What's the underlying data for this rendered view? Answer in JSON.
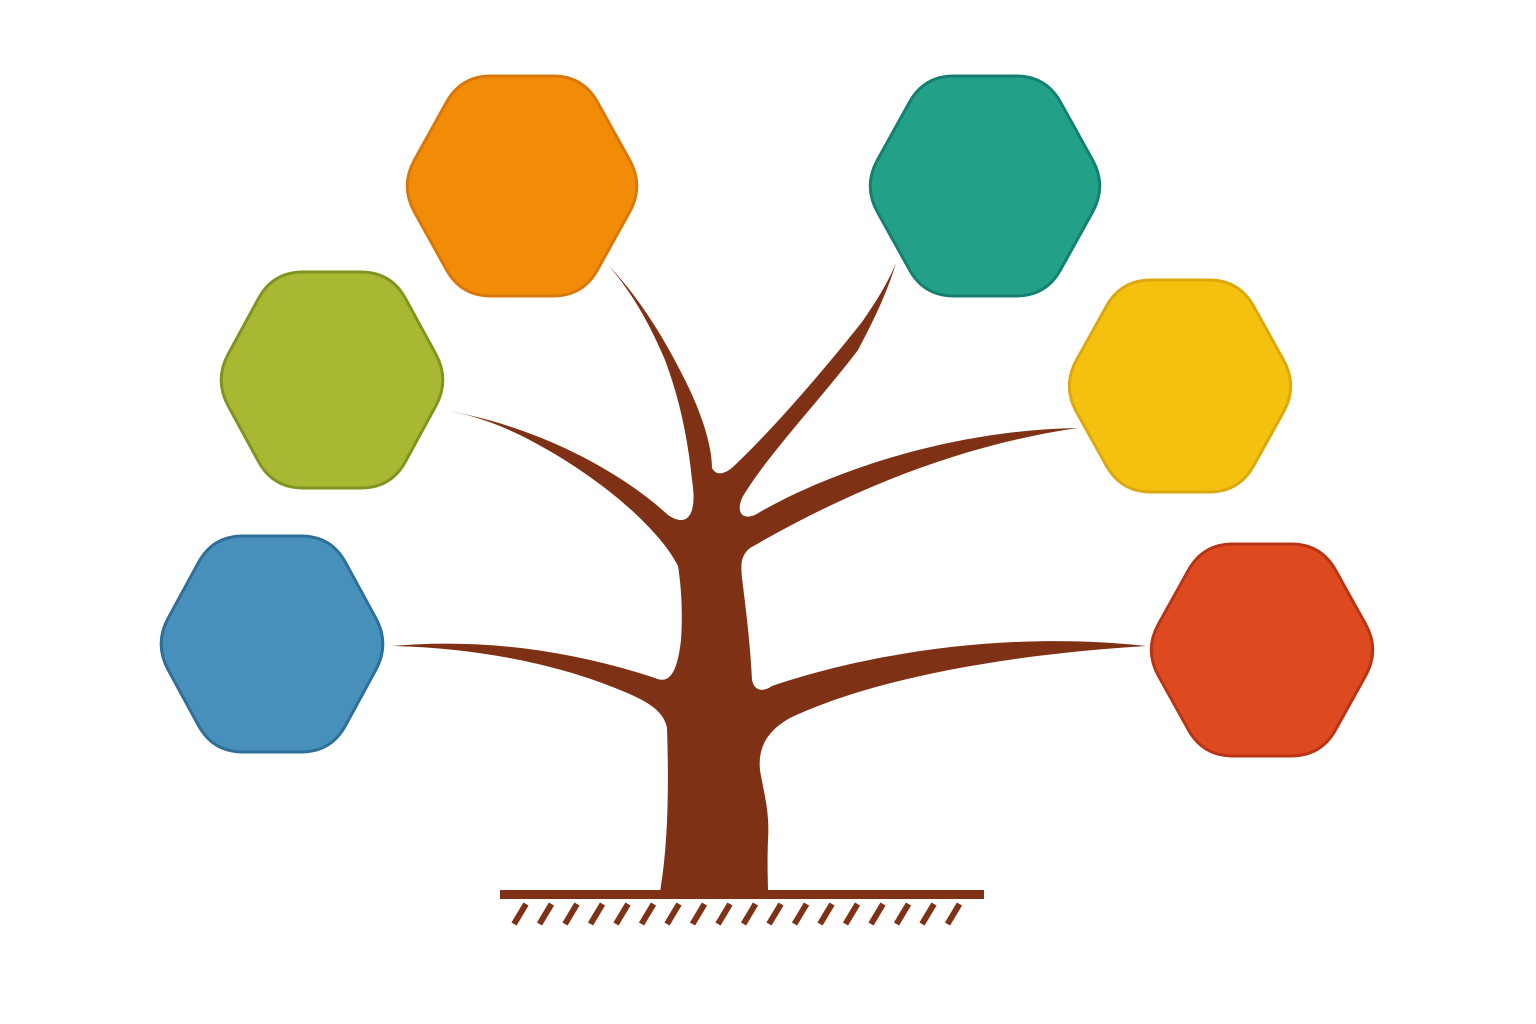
{
  "diagram": {
    "type": "tree-infographic",
    "trunk_color": "#7e3115",
    "ground_color": "#7e3115",
    "background": "#ffffff",
    "nodes": [
      {
        "id": "orange",
        "fill": "#f28c06",
        "stroke": "#d9780a",
        "label": ""
      },
      {
        "id": "teal",
        "fill": "#22a088",
        "stroke": "#168070",
        "label": ""
      },
      {
        "id": "green",
        "fill": "#a8b832",
        "stroke": "#809420",
        "label": ""
      },
      {
        "id": "yellow",
        "fill": "#f4c10f",
        "stroke": "#dda80c",
        "label": ""
      },
      {
        "id": "blue",
        "fill": "#4890bc",
        "stroke": "#2e6f98",
        "label": ""
      },
      {
        "id": "red",
        "fill": "#dd4a20",
        "stroke": "#b83414",
        "label": ""
      }
    ]
  }
}
